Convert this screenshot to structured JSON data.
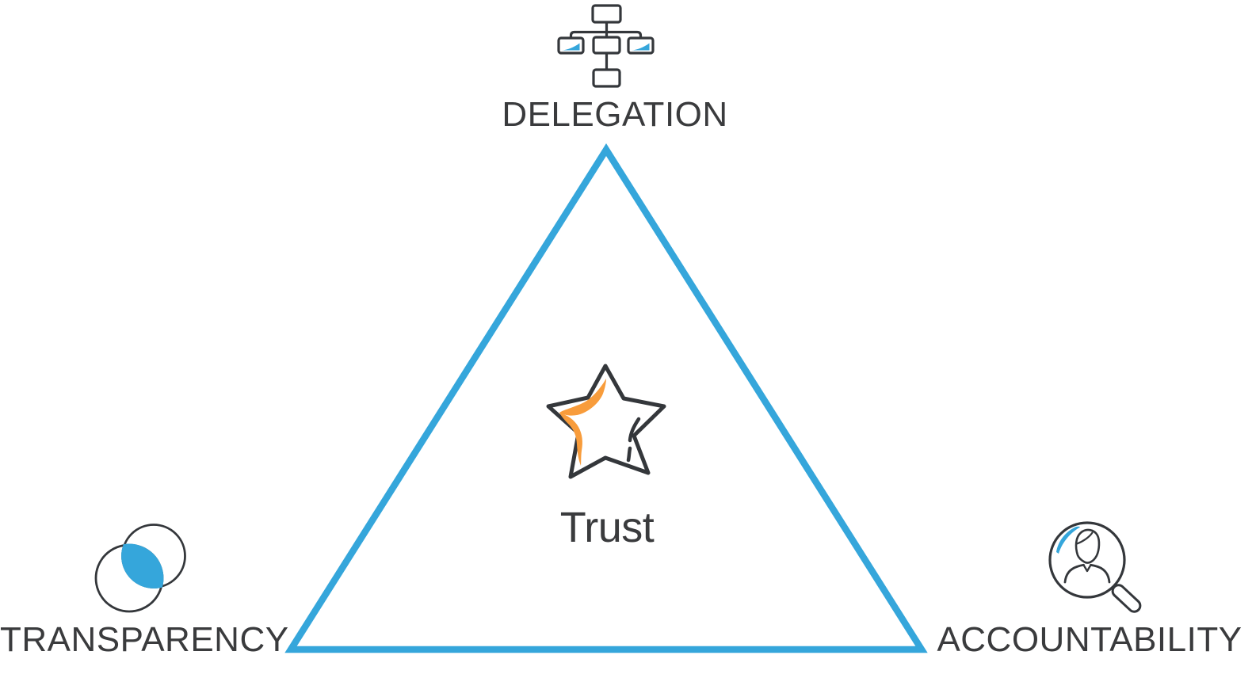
{
  "diagram": {
    "type": "triangle-concept-diagram",
    "center": {
      "label": "Trust",
      "icon": "star-icon"
    },
    "vertices": [
      {
        "position": "top",
        "label": "DELEGATION",
        "icon": "org-chart-icon"
      },
      {
        "position": "bottom-left",
        "label": "TRANSPARENCY",
        "icon": "venn-overlap-icon"
      },
      {
        "position": "bottom-right",
        "label": "ACCOUNTABILITY",
        "icon": "magnifier-person-icon"
      }
    ]
  },
  "colors": {
    "accent_blue": "#35A6DB",
    "accent_orange": "#F89C3B",
    "ink": "#3A3B3D",
    "icon_ink": "#34373B",
    "background": "#FFFFFF"
  }
}
